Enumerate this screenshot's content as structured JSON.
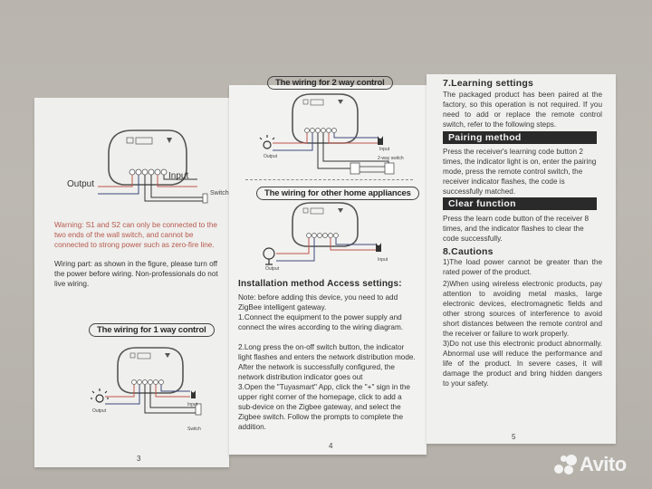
{
  "page3": {
    "diagram_top": {
      "labels": {
        "output": "Output",
        "input": "Input",
        "switch": "Switch"
      }
    },
    "warning": "Warning: S1 and S2 can only be connected to the two ends of the wall switch, and cannot be connected to strong power such as zero-fire line.",
    "wiring_note": "Wiring part: as shown in the figure, please turn off the power before wiring. Non-professionals do not live wiring.",
    "section_title": "The wiring for 1 way control",
    "diagram_bottom": {
      "labels": {
        "output": "Output",
        "input": "Input",
        "switch": "Switch"
      }
    },
    "page_number": "3"
  },
  "page4": {
    "section1_title": "The wiring for 2 way control",
    "diagram1": {
      "labels": {
        "output": "Output",
        "input": "Input",
        "switch": "2-way switch"
      }
    },
    "section2_title": "The wiring for other home appliances",
    "diagram2": {
      "labels": {
        "output": "Output",
        "input": "Input"
      }
    },
    "install_heading": "Installation method Access settings:",
    "install_lines": [
      "Note: before adding this device, you need to add ZigBee intelligent gateway.",
      "1.Connect the equipment to the power supply and connect the wires according to the wiring diagram.",
      "2.Long press the on-off switch button, the indicator light flashes and enters the network distribution mode. After the network is successfully configured, the network distribution indicator goes out",
      "3.Open the \"Tuyasmart\" App, click the \"+\" sign in the upper right corner of the homepage, click to add a sub-device on the Zigbee gateway, and select the Zigbee switch. Follow the prompts to complete the addition."
    ],
    "page_number": "4"
  },
  "page5": {
    "learning_title": "7.Learning settings",
    "learning_text": "The packaged product has been paired at the factory, so this operation is not required. If you need to add or replace the remote control switch, refer to the following steps.",
    "pairing_title": "Pairing method",
    "pairing_text": "Press the receiver's learning code button 2 times, the indicator light is on, enter the pairing mode, press the remote control switch, the receiver indicator flashes, the code is successfully matched.",
    "clear_title": "Clear function",
    "clear_text": "Press the learn code button of the receiver 8 times, and the indicator flashes to clear the code successfully.",
    "cautions_title": "8.Cautions",
    "cautions": [
      "1)The load power cannot be greater than the rated power of the product.",
      "2)When using wireless electronic products, pay attention to avoiding metal masks, large electronic devices, electromagnetic fields and other strong sources of interference to avoid short distances between the remote control and the receiver or failure to work properly.",
      "3)Do not use this electronic product abnormally. Abnormal use will reduce the performance and life of the product. In severe cases, it will damage the product and bring hidden dangers to your safety."
    ],
    "page_number": "5"
  },
  "watermark": {
    "text": "Avito"
  },
  "colors": {
    "warning": "#b5584c",
    "bar_bg": "#2a2a2a",
    "wire_live": "#c0544a",
    "wire_neutral": "#3d4a7a"
  }
}
